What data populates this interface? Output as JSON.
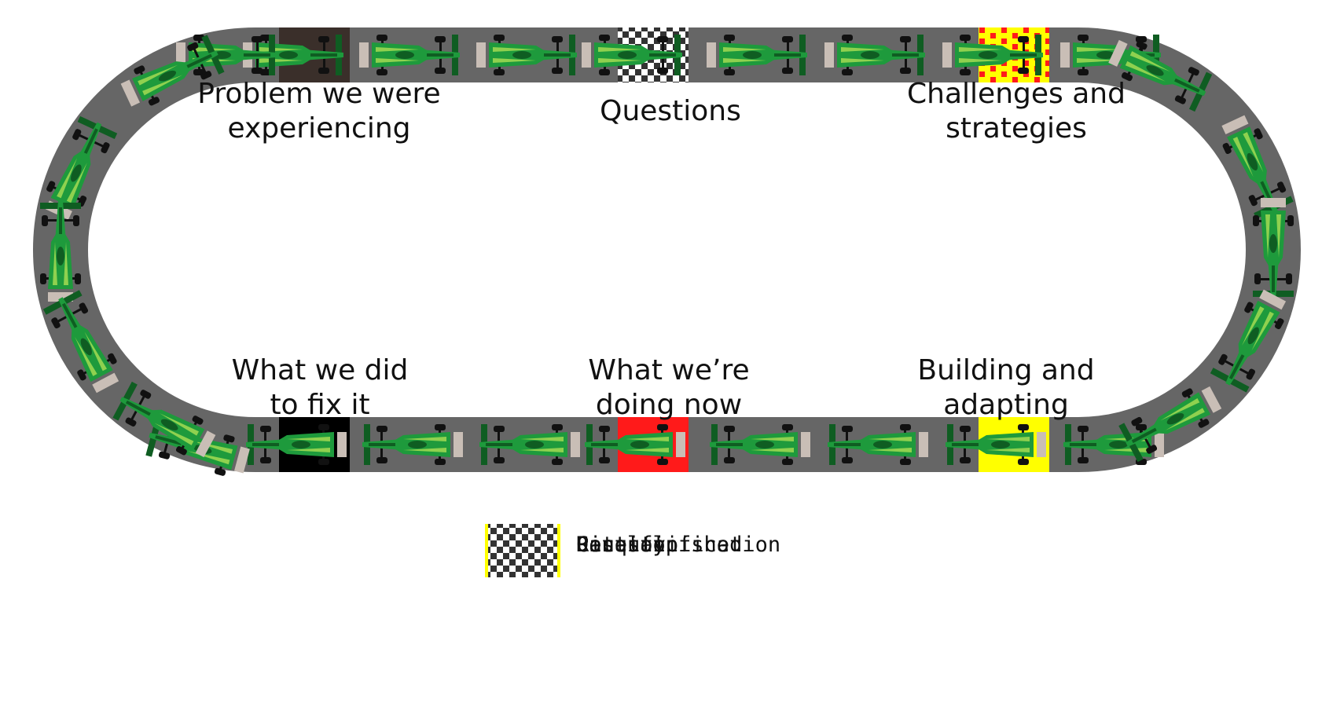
{
  "colors": {
    "track": "#666666",
    "car_body": "#1e9a3c",
    "car_dark": "#0f5d22",
    "car_light": "#8fd14f",
    "tire": "#111111",
    "rear": "#c9beb6",
    "yellow": "#ffff00",
    "red": "#ff1a1a",
    "dark_brown": "#3a2f2a",
    "black": "#000000",
    "checker_dark": "#333333"
  },
  "stations": {
    "problem": [
      "Problem we were",
      "experiencing"
    ],
    "questions": [
      "Questions"
    ],
    "challenges": [
      "Challenges and",
      "strategies"
    ],
    "fix": [
      "What we did",
      "to fix it"
    ],
    "now": [
      "What we’re",
      "doing now"
    ],
    "building": [
      "Building and",
      "adapting"
    ]
  },
  "legend": {
    "items": [
      "Race finished",
      "Caution",
      "Pit stop",
      "Penalty",
      "Disqualification"
    ]
  },
  "flags": {
    "top": [
      "dark",
      "none",
      "none",
      "checkered",
      "none",
      "none",
      "caution",
      "none"
    ],
    "bottom": [
      "black",
      "none",
      "none",
      "red",
      "none",
      "none",
      "yellow",
      "none"
    ]
  },
  "icons": {
    "car": "race-car-icon",
    "finish": "checkered-flag-icon"
  }
}
